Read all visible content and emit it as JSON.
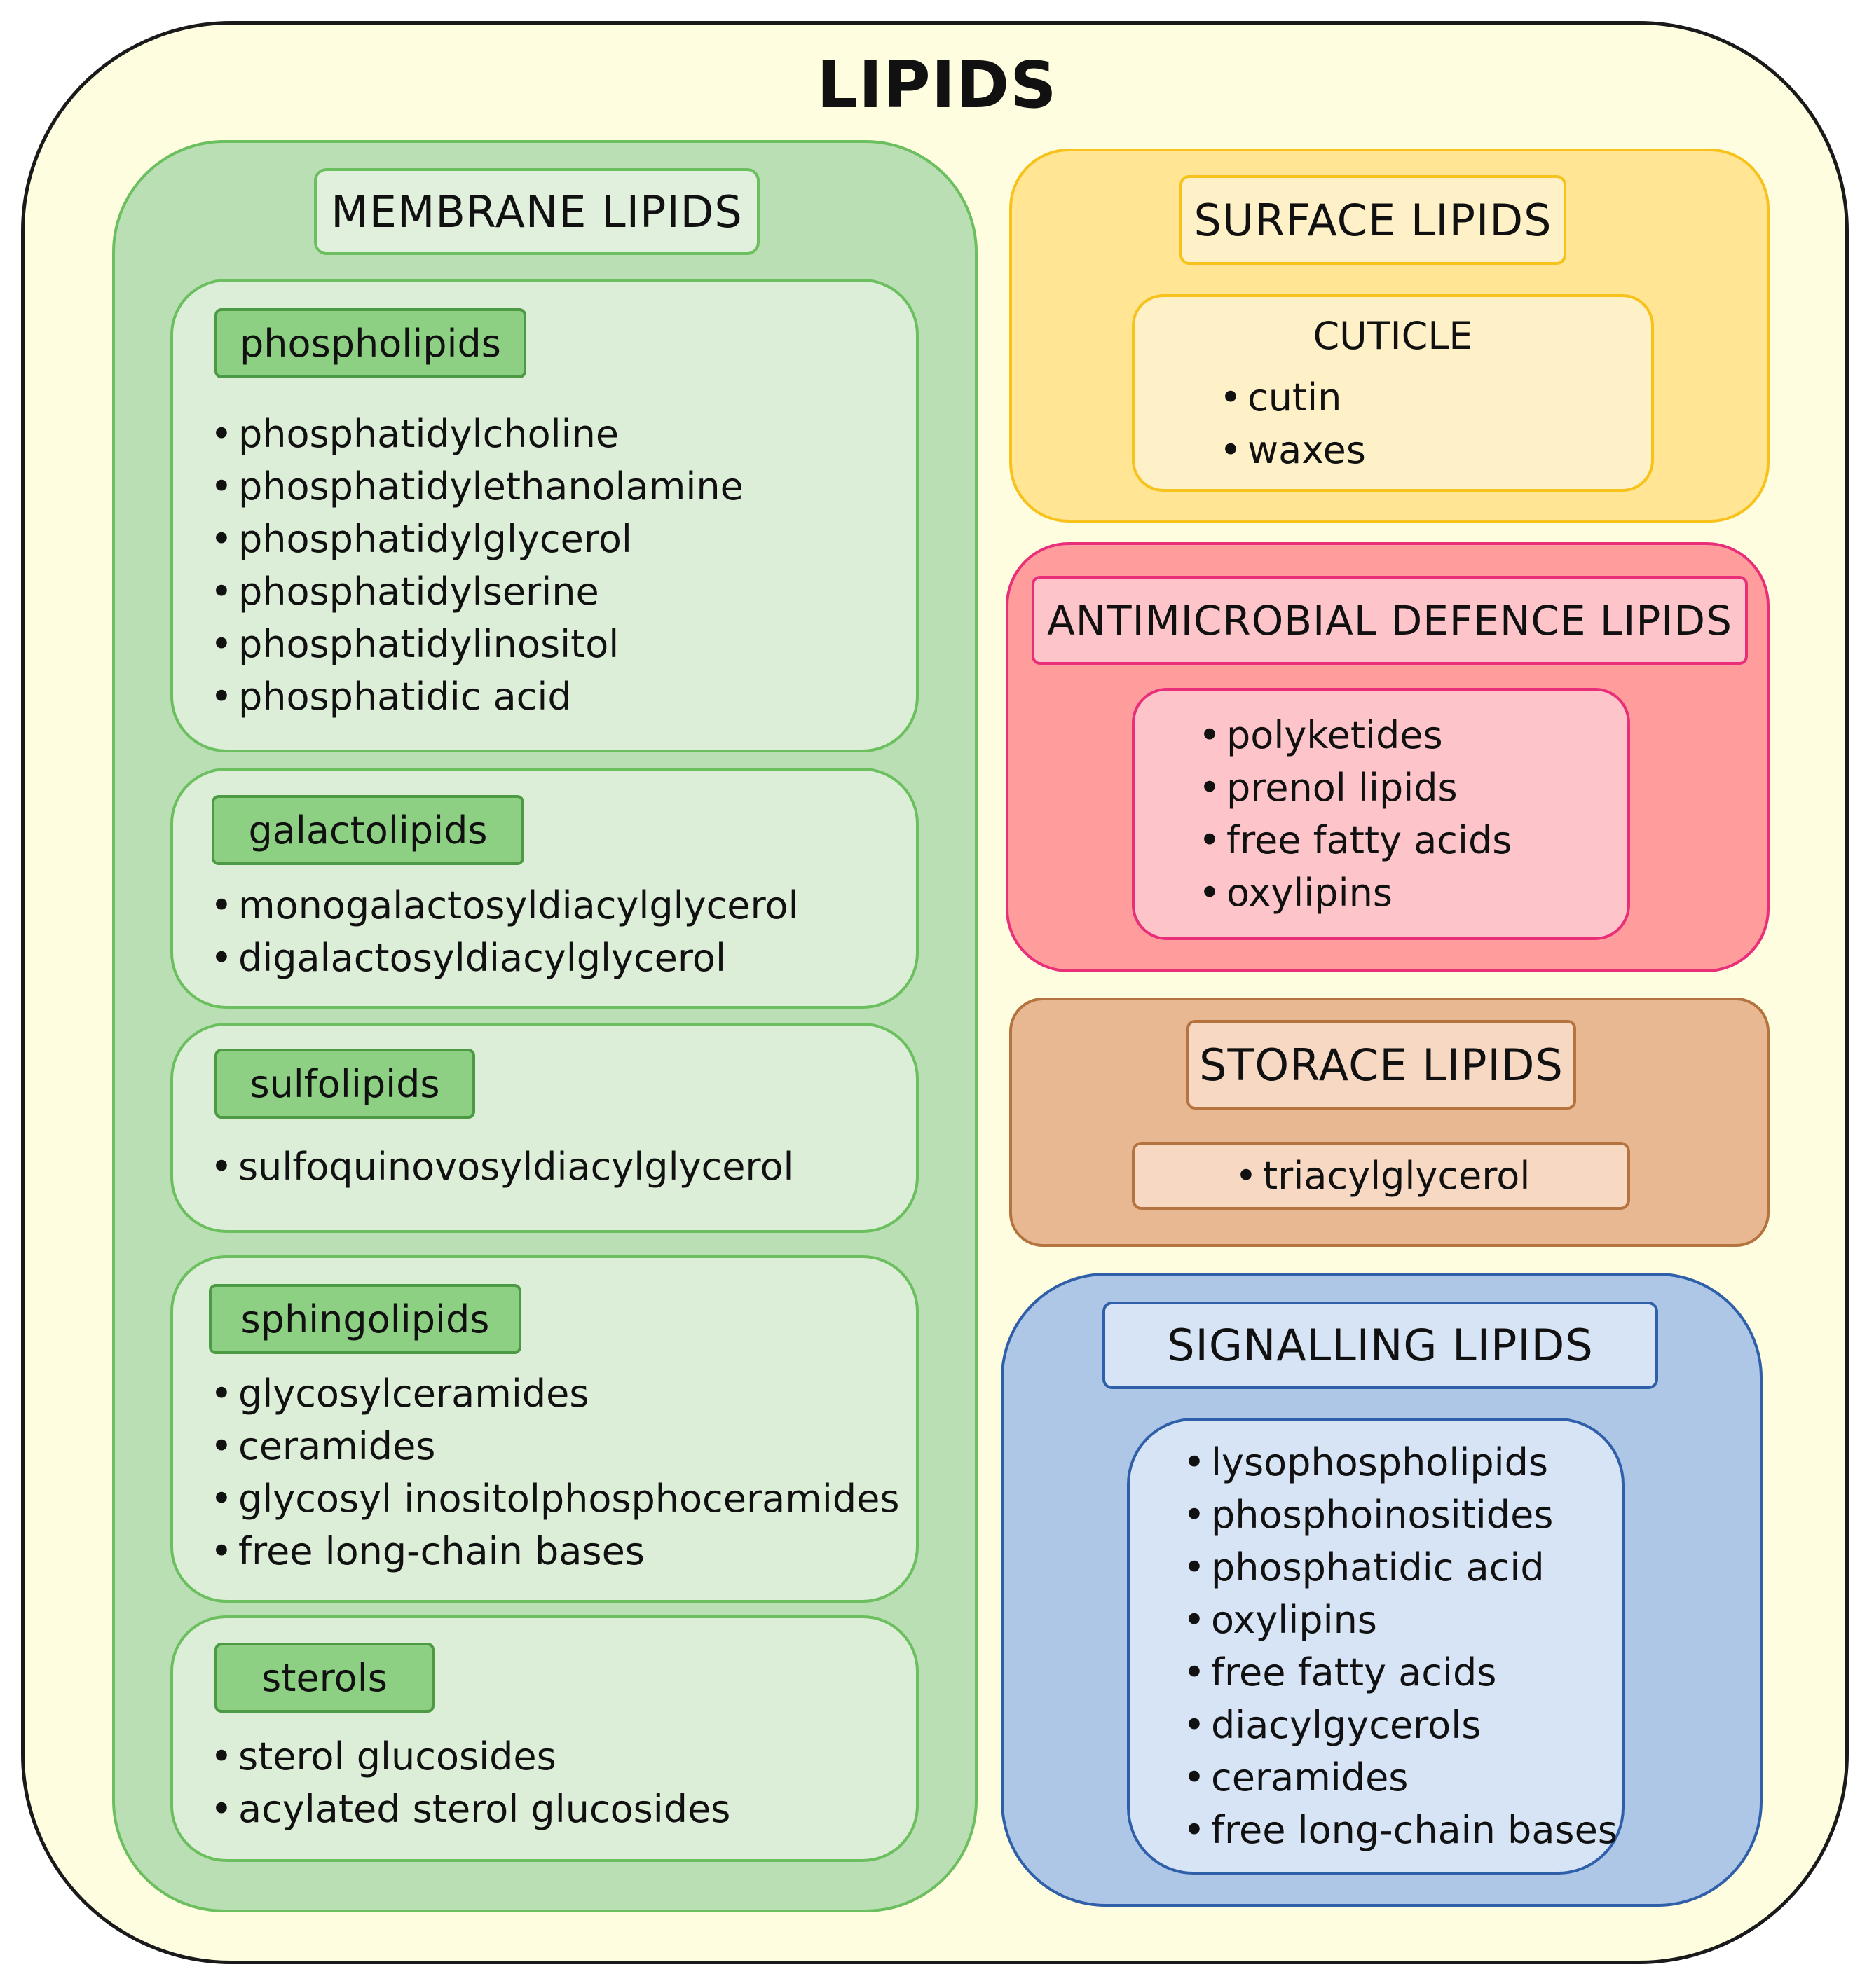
{
  "title": "LIPIDS",
  "membrane": {
    "title": "MEMBRANE LIPIDS",
    "groups": [
      {
        "name": "phospholipids",
        "items": [
          "phosphatidylcholine",
          "phosphatidylethanolamine",
          "phosphatidylglycerol",
          "phosphatidylserine",
          "phosphatidylinositol",
          "phosphatidic acid"
        ]
      },
      {
        "name": "galactolipids",
        "items": [
          "monogalactosyldiacylglycerol",
          "digalactosyldiacylglycerol"
        ]
      },
      {
        "name": "sulfolipids",
        "items": [
          "sulfoquinovosyldiacylglycerol"
        ]
      },
      {
        "name": "sphingolipids",
        "items": [
          "glycosylceramides",
          "ceramides",
          "glycosyl inositolphosphoceramides",
          "free long-chain bases"
        ]
      },
      {
        "name": "sterols",
        "items": [
          "sterol glucosides",
          "acylated sterol glucosides"
        ]
      }
    ]
  },
  "surface": {
    "title": "SURFACE LIPIDS",
    "subtitle": "CUTICLE",
    "items": [
      "cutin",
      "waxes"
    ]
  },
  "antimicrobial": {
    "title": "ANTIMICROBIAL DEFENCE LIPIDS",
    "items": [
      "polyketides",
      "prenol lipids",
      "free fatty acids",
      "oxylipins"
    ]
  },
  "storage": {
    "title": "STORACE LIPIDS",
    "items": [
      "triacylglycerol"
    ]
  },
  "signalling": {
    "title": "SIGNALLING LIPIDS",
    "items": [
      "lysophospholipids",
      "phosphoinositides",
      "phosphatidic acid",
      "oxylipins",
      "free fatty acids",
      "diacylgycerols",
      "ceramides",
      "free long-chain bases"
    ]
  },
  "colors": {
    "page_background": "#fefde0",
    "membrane": "#badfb5",
    "surface": "#ffe594",
    "antimicrobial": "#ff9d9d",
    "storage": "#e8b893",
    "signalling": "#aec7e7"
  }
}
